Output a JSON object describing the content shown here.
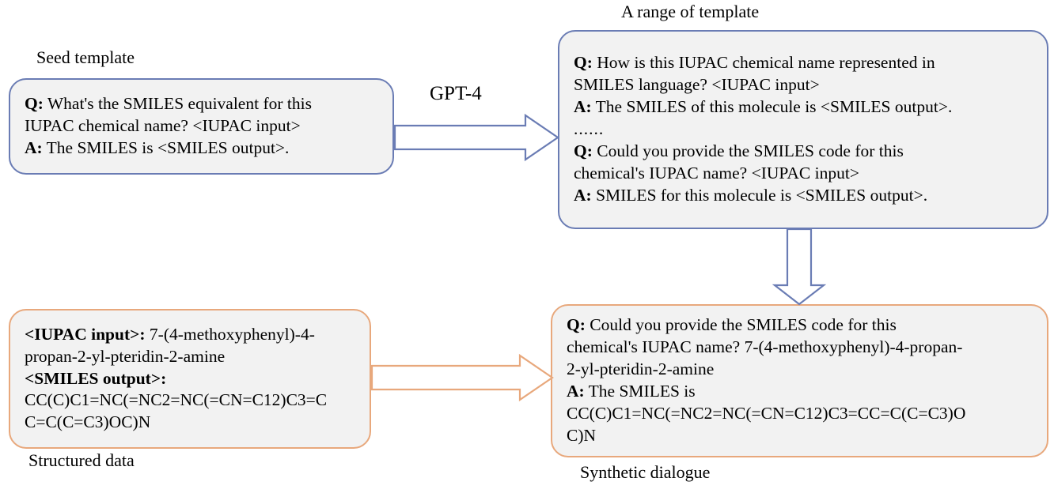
{
  "figure": {
    "title": "Template-based synthetic dialogue generation pipeline",
    "colors": {
      "blue_border": "#6a7cb4",
      "orange_border": "#e8a87c",
      "box_fill": "#f2f2f2",
      "text": "#000000",
      "background": "#ffffff"
    }
  },
  "captions": {
    "seed_template": "Seed template",
    "range_of_template": "A range of template",
    "structured_data": "Structured data",
    "synthetic_dialogue": "Synthetic dialogue"
  },
  "arrows": {
    "gpt4_label": "GPT-4",
    "gpt4_direction": "right",
    "gpt4_color": "#6a7cb4",
    "down_direction": "down",
    "down_color": "#6a7cb4",
    "fill_direction": "right",
    "fill_color": "#e8a87c"
  },
  "boxes": {
    "seed_template": {
      "border_color": "#6a7cb4",
      "lines": [
        {
          "bold": "Q:",
          "rest": " What's the SMILES equivalent for this"
        },
        {
          "bold": "",
          "rest": "IUPAC chemical name? <IUPAC input>"
        },
        {
          "bold": "A:",
          "rest": " The SMILES is <SMILES output>."
        }
      ]
    },
    "range_of_template": {
      "border_color": "#6a7cb4",
      "lines": [
        {
          "bold": "Q:",
          "rest": " How is this IUPAC chemical name represented in"
        },
        {
          "bold": "",
          "rest": "SMILES language? <IUPAC input>"
        },
        {
          "bold": "A:",
          "rest": " The SMILES of this molecule is <SMILES output>."
        },
        {
          "bold": "",
          "rest": "......"
        },
        {
          "bold": "Q:",
          "rest": " Could you provide the SMILES code for this"
        },
        {
          "bold": "",
          "rest": "chemical's IUPAC name? <IUPAC input>"
        },
        {
          "bold": "A:",
          "rest": " SMILES for this molecule is <SMILES output>."
        }
      ]
    },
    "structured_data": {
      "border_color": "#e8a87c",
      "lines": [
        {
          "bold": "<IUPAC input>:",
          "rest": " 7-(4-methoxyphenyl)-4-"
        },
        {
          "bold": "",
          "rest": "propan-2-yl-pteridin-2-amine"
        },
        {
          "bold": "<SMILES output>:",
          "rest": ""
        },
        {
          "bold": "",
          "rest": "CC(C)C1=NC(=NC2=NC(=CN=C12)C3=C"
        },
        {
          "bold": "",
          "rest": "C=C(C=C3)OC)N"
        }
      ]
    },
    "synthetic_dialogue": {
      "border_color": "#e8a87c",
      "lines": [
        {
          "bold": "Q:",
          "rest": " Could you provide the SMILES code for this"
        },
        {
          "bold": "",
          "rest": "chemical's IUPAC name? 7-(4-methoxyphenyl)-4-propan-"
        },
        {
          "bold": "",
          "rest": "2-yl-pteridin-2-amine"
        },
        {
          "bold": "A:",
          "rest": " The SMILES is"
        },
        {
          "bold": "",
          "rest": "CC(C)C1=NC(=NC2=NC(=CN=C12)C3=CC=C(C=C3)O"
        },
        {
          "bold": "",
          "rest": "C)N"
        }
      ]
    }
  }
}
